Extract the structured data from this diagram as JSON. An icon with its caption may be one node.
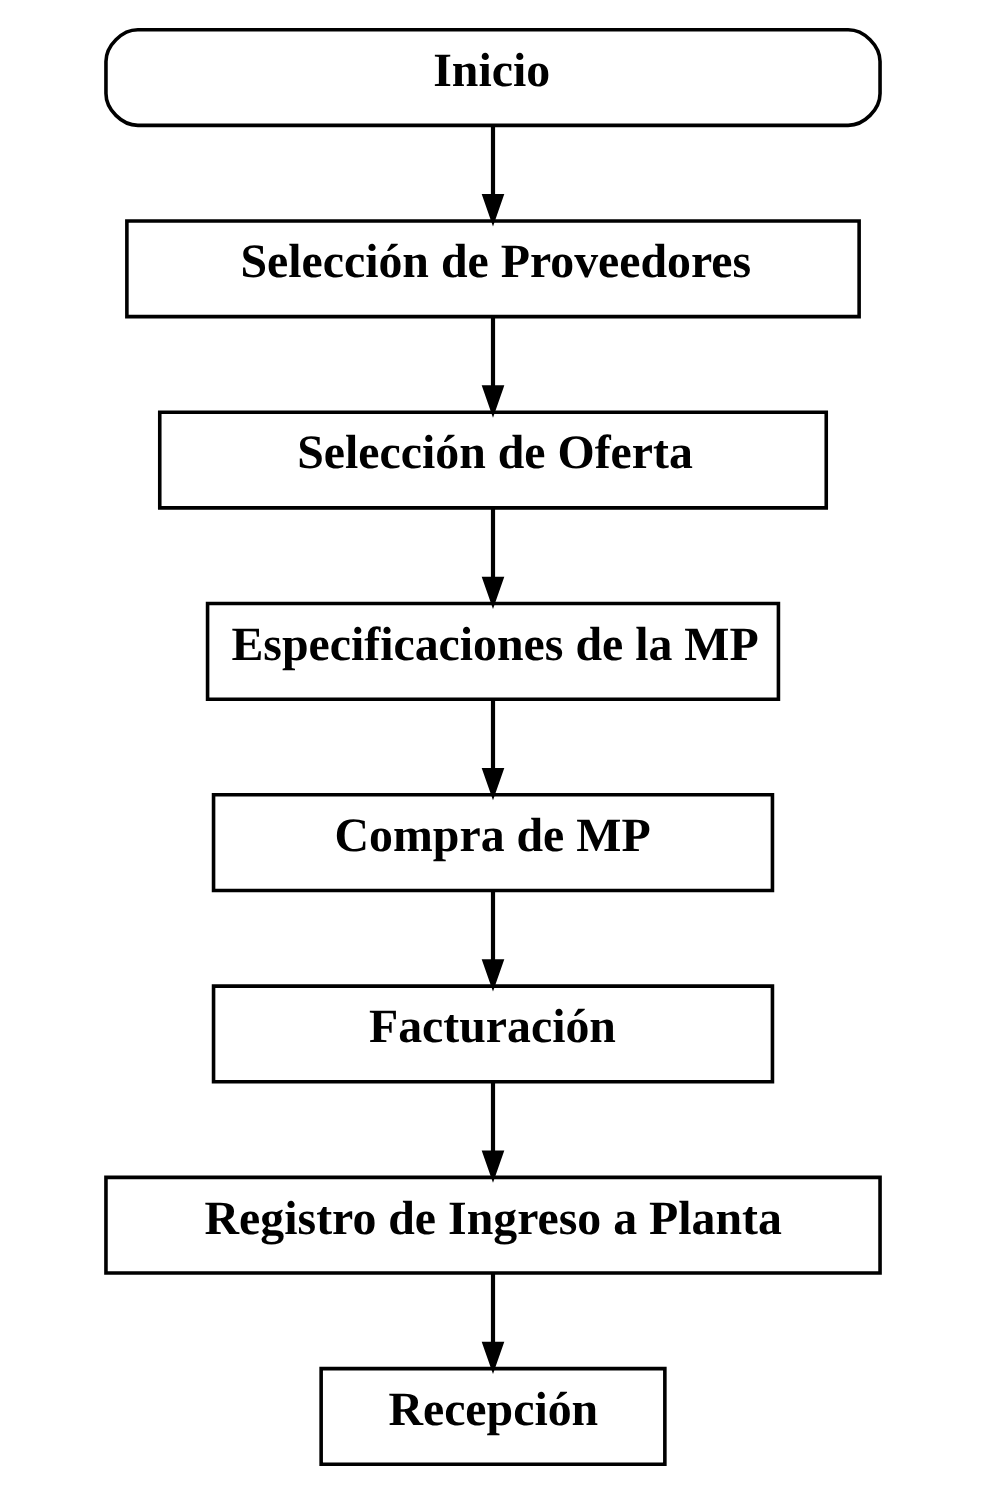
{
  "diagram": {
    "nodes": [
      {
        "text": [
          "Inicio"
        ]
      },
      {
        "text": [
          "Selección de Proveedores"
        ]
      },
      {
        "text": [
          "Selección de Oferta"
        ]
      },
      {
        "text": [
          "Especificaciones de la MP"
        ]
      },
      {
        "text": [
          "Compra de MP"
        ]
      },
      {
        "text": [
          "Facturación"
        ]
      },
      {
        "text": [
          "Registro de Ingreso a Planta"
        ]
      },
      {
        "text": [
          "Recepción"
        ]
      }
    ],
    "edges": [
      {
        "from": 0,
        "to": 1,
        "arrow": "to"
      },
      {
        "from": 1,
        "to": 2,
        "arrow": "to"
      },
      {
        "from": 2,
        "to": 3,
        "arrow": "to"
      },
      {
        "from": 3,
        "to": 4,
        "arrow": "to"
      },
      {
        "from": 4,
        "to": 5,
        "arrow": "to"
      },
      {
        "from": 5,
        "to": 6,
        "arrow": "to"
      },
      {
        "from": 6,
        "to": 7,
        "arrow": "to"
      }
    ]
  }
}
